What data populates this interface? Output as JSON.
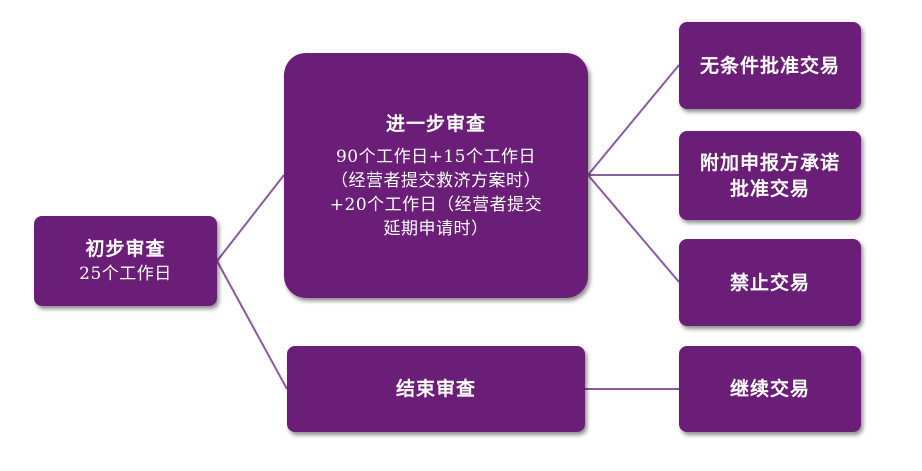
{
  "diagram": {
    "initial_review": {
      "title": "初步审查",
      "duration": "25个工作日"
    },
    "further_review": {
      "title": "进一步审查",
      "lines": [
        "90个工作日+15个工作日",
        "（经营者提交救济方案时）",
        "+20个工作日（经营者提交",
        "延期申请时）"
      ]
    },
    "end_review": {
      "title": "结束审查"
    },
    "outcomes": [
      {
        "lines": [
          "无条件批准交易"
        ]
      },
      {
        "lines": [
          "附加申报方承诺",
          "批准交易"
        ]
      },
      {
        "lines": [
          "禁止交易"
        ]
      },
      {
        "lines": [
          "继续交易"
        ]
      }
    ],
    "colors": {
      "box_fill": "#6b1e78",
      "connector": "#8b5a9f",
      "text": "#ffffff"
    }
  }
}
